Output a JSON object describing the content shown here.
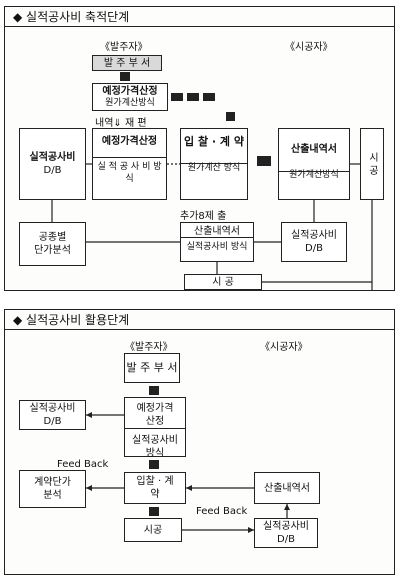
{
  "section1": {
    "title": "◆ 실적공사비 축적단계",
    "owner_label": "《발주자》",
    "contractor_label": "《시공자》",
    "owner_dept": "발 주 부 서",
    "estimate_top": "예정가격산정",
    "cost_method_top": "원가계산방식",
    "breakdown_label": "내역⇓ 재 편",
    "db_box": [
      "실적공사비",
      "D/B"
    ],
    "mid_estimate": "예정가격산정",
    "mid_method": "실 적 공 사 비 방 식",
    "bidding": "입 찰 · 계 약",
    "bidding_method": "원가계산 방식",
    "calc_statement": "산출내역서",
    "calc_method": "원가계산방식",
    "construction": "시 공",
    "addl_submit": "추가8제 출",
    "unit_cost": [
      "공종별",
      "단가분석"
    ],
    "calc_statement2": "산출내역서",
    "calc_method2": "실적공사비 방식",
    "db_box_right": [
      "실적공사비",
      "D/B"
    ],
    "construction_bottom": "시 공"
  },
  "section2": {
    "title": "◆ 실적공사비 활용단계",
    "owner_label": "《발주자》",
    "contractor_label": "《시공자》",
    "owner_dept": "발 주 부 서",
    "db_box": [
      "실적공사비",
      "D/B"
    ],
    "estimate": "예정가격 산정",
    "method": "실적공사비 방식",
    "feedback1": "Feed Back",
    "contract_unit": [
      "계약단가",
      "분석"
    ],
    "bidding": "입찰 · 계약",
    "calc_statement": "산출내역서",
    "feedback2": "Feed Back",
    "construction": "시공",
    "db_box_right": [
      "실적공사비",
      "D/B"
    ]
  }
}
